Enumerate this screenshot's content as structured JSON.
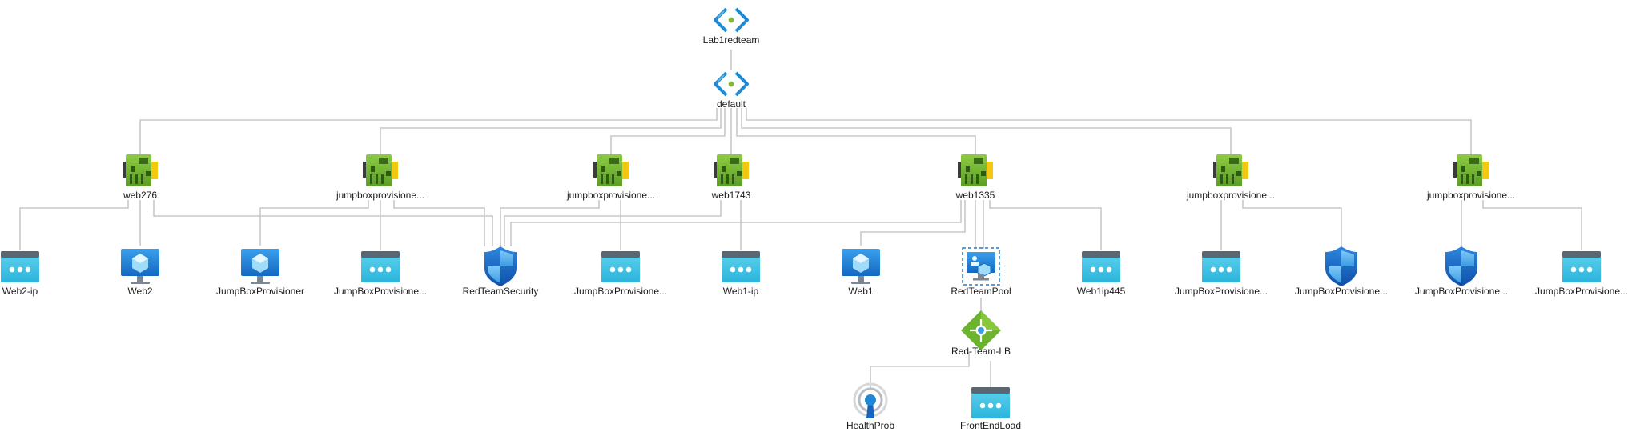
{
  "diagram": {
    "title": "",
    "colors": {
      "edge": "#c8c8c8",
      "vnet": "#1f8ad6",
      "nic_green": "#7fba36",
      "public_ip": "#3cc0e2",
      "vm_blue": "#1e88d6",
      "nsg_blue": "#1565c0",
      "lb_green": "#5ea324",
      "selection": "#1f7ad6"
    },
    "nodes": [
      {
        "id": "vnet",
        "label": "Lab1redteam",
        "icon": "virtual-network-icon"
      },
      {
        "id": "subnet",
        "label": "default",
        "icon": "subnet-icon"
      },
      {
        "id": "nic-web276",
        "label": "web276",
        "icon": "network-interface-icon"
      },
      {
        "id": "nic-jbp1",
        "label": "jumpboxprovisione...",
        "icon": "network-interface-icon"
      },
      {
        "id": "nic-jbp2",
        "label": "jumpboxprovisione...",
        "icon": "network-interface-icon"
      },
      {
        "id": "nic-web1743",
        "label": "web1743",
        "icon": "network-interface-icon"
      },
      {
        "id": "nic-web1335",
        "label": "web1335",
        "icon": "network-interface-icon"
      },
      {
        "id": "nic-jbp3",
        "label": "jumpboxprovisione...",
        "icon": "network-interface-icon"
      },
      {
        "id": "nic-jbp4",
        "label": "jumpboxprovisione...",
        "icon": "network-interface-icon"
      },
      {
        "id": "pip-web2",
        "label": "Web2-ip",
        "icon": "public-ip-icon"
      },
      {
        "id": "vm-web2",
        "label": "Web2",
        "icon": "virtual-machine-icon"
      },
      {
        "id": "vm-jbp",
        "label": "JumpBoxProvisioner",
        "icon": "virtual-machine-icon"
      },
      {
        "id": "pip-jbp1",
        "label": "JumpBoxProvisione...",
        "icon": "public-ip-icon"
      },
      {
        "id": "nsg-rts",
        "label": "RedTeamSecurity",
        "icon": "network-security-group-icon"
      },
      {
        "id": "pip-jbp2",
        "label": "JumpBoxProvisione...",
        "icon": "public-ip-icon"
      },
      {
        "id": "pip-web1",
        "label": "Web1-ip",
        "icon": "public-ip-icon"
      },
      {
        "id": "vm-web1",
        "label": "Web1",
        "icon": "virtual-machine-icon"
      },
      {
        "id": "pool",
        "label": "RedTeamPool",
        "icon": "backend-pool-icon",
        "selected": true
      },
      {
        "id": "pip-web1ip445",
        "label": "Web1ip445",
        "icon": "public-ip-icon"
      },
      {
        "id": "pip-jbp3",
        "label": "JumpBoxProvisione...",
        "icon": "public-ip-icon"
      },
      {
        "id": "nsg-jbp1",
        "label": "JumpBoxProvisione...",
        "icon": "network-security-group-icon"
      },
      {
        "id": "nsg-jbp2",
        "label": "JumpBoxProvisione...",
        "icon": "network-security-group-icon"
      },
      {
        "id": "pip-jbp4",
        "label": "JumpBoxProvisione...",
        "icon": "public-ip-icon"
      },
      {
        "id": "lb",
        "label": "Red-Team-LB",
        "icon": "load-balancer-icon"
      },
      {
        "id": "probe",
        "label": "HealthProb",
        "icon": "health-probe-icon"
      },
      {
        "id": "frontend",
        "label": "FrontEndLoad",
        "icon": "public-ip-icon"
      }
    ],
    "edges": [
      [
        "vnet",
        "subnet"
      ],
      [
        "subnet",
        "nic-web276"
      ],
      [
        "subnet",
        "nic-jbp1"
      ],
      [
        "subnet",
        "nic-jbp2"
      ],
      [
        "subnet",
        "nic-web1743"
      ],
      [
        "subnet",
        "nic-web1335"
      ],
      [
        "subnet",
        "nic-jbp3"
      ],
      [
        "subnet",
        "nic-jbp4"
      ],
      [
        "nic-web276",
        "pip-web2"
      ],
      [
        "nic-web276",
        "vm-web2"
      ],
      [
        "nic-web276",
        "nsg-rts"
      ],
      [
        "nic-jbp1",
        "vm-jbp"
      ],
      [
        "nic-jbp1",
        "pip-jbp1"
      ],
      [
        "nic-jbp1",
        "nsg-rts"
      ],
      [
        "nic-jbp2",
        "pip-jbp2"
      ],
      [
        "nic-jbp2",
        "nsg-rts"
      ],
      [
        "nic-web1743",
        "pip-web1"
      ],
      [
        "nic-web1743",
        "nsg-rts"
      ],
      [
        "nic-web1335",
        "vm-web1"
      ],
      [
        "nic-web1335",
        "pool"
      ],
      [
        "nic-web1335",
        "pip-web1ip445"
      ],
      [
        "nic-web1335",
        "nsg-rts"
      ],
      [
        "nic-jbp3",
        "pip-jbp3"
      ],
      [
        "nic-jbp3",
        "nsg-jbp1"
      ],
      [
        "nic-jbp4",
        "nsg-jbp2"
      ],
      [
        "nic-jbp4",
        "pip-jbp4"
      ],
      [
        "pool",
        "lb"
      ],
      [
        "lb",
        "probe"
      ],
      [
        "lb",
        "frontend"
      ]
    ]
  }
}
